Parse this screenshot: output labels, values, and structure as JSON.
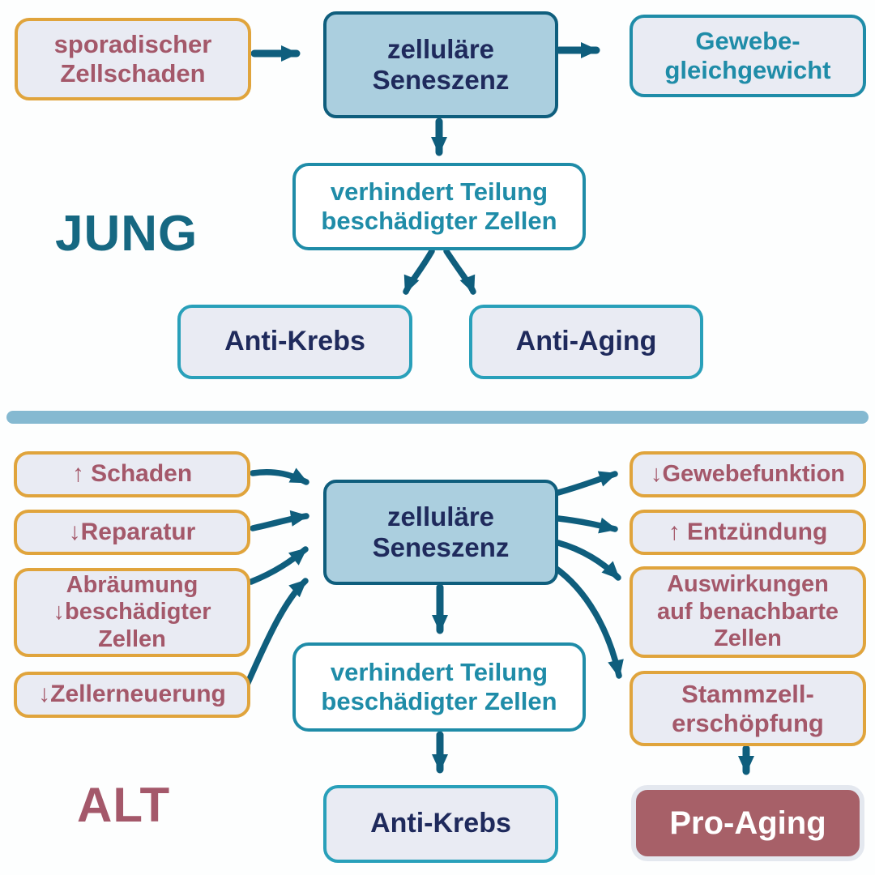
{
  "colors": {
    "teal_dark": "#0F5E7D",
    "teal_mid": "#1F8CA8",
    "anti_border": "#29A0BA",
    "blue_fill": "#ABCFDF",
    "lavender_fill": "#E9EBF3",
    "orange_border": "#E0A43C",
    "rose_text": "#A4586A",
    "navy_text": "#1F2A5C",
    "divider": "#85B9D1",
    "pro_aging_fill": "#A76068",
    "pro_aging_border": "#E4E8EF",
    "jung_color": "#166882",
    "alt_color": "#A4586A"
  },
  "young": {
    "section_label": "JUNG",
    "sporadic_damage": "sporadischer\nZellschaden",
    "senescence": "zelluläre\nSeneszenz",
    "tissue_balance": "Gewebe-\ngleichgewicht",
    "prevents_division": "verhindert Teilung\nbeschädigter Zellen",
    "anti_cancer": "Anti-Krebs",
    "anti_aging": "Anti-Aging"
  },
  "old": {
    "section_label": "ALT",
    "damage": "↑ Schaden",
    "repair": "↓Reparatur",
    "clearance": "Abräumung\n↓beschädigter\nZellen",
    "cell_renewal": "↓Zellerneuerung",
    "senescence": "zelluläre\nSeneszenz",
    "tissue_function": "↓Gewebefunktion",
    "inflammation": "↑ Entzündung",
    "neighbor_effects": "Auswirkungen\nauf benachbarte\nZellen",
    "stem_cell_exhaustion": "Stammzell-\nerschöpfung",
    "prevents_division": "verhindert Teilung\nbeschädigter Zellen",
    "anti_cancer": "Anti-Krebs",
    "pro_aging": "Pro-Aging"
  }
}
